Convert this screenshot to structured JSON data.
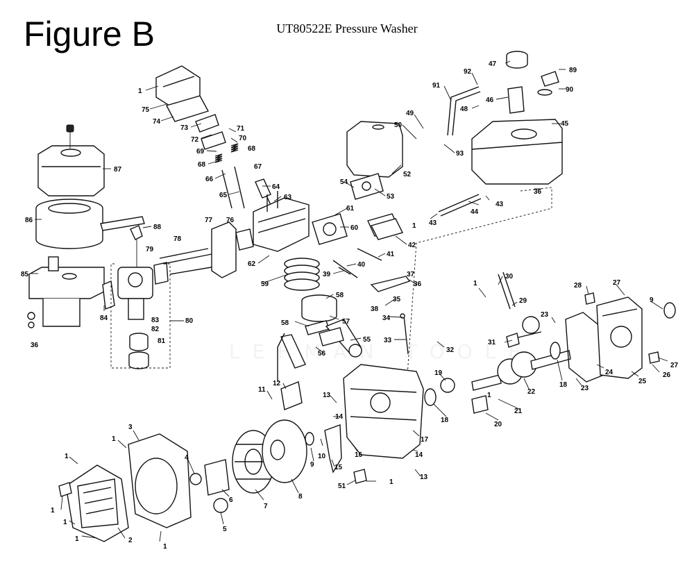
{
  "figure_label": "Figure B",
  "title": "UT80522E Pressure Washer",
  "watermark": "LEHMAN TOOLE",
  "colors": {
    "ink": "#111111",
    "background": "#ffffff"
  },
  "callouts": [
    {
      "id": "c1a",
      "text": "1"
    },
    {
      "id": "c75",
      "text": "75"
    },
    {
      "id": "c74",
      "text": "74"
    },
    {
      "id": "c73",
      "text": "73"
    },
    {
      "id": "c72",
      "text": "72"
    },
    {
      "id": "c71",
      "text": "71"
    },
    {
      "id": "c70",
      "text": "70"
    },
    {
      "id": "c69",
      "text": "69"
    },
    {
      "id": "c68a",
      "text": "68"
    },
    {
      "id": "c68b",
      "text": "68"
    },
    {
      "id": "c67",
      "text": "67"
    },
    {
      "id": "c66",
      "text": "66"
    },
    {
      "id": "c65",
      "text": "65"
    },
    {
      "id": "c64",
      "text": "64"
    },
    {
      "id": "c63",
      "text": "63"
    },
    {
      "id": "c87",
      "text": "87"
    },
    {
      "id": "c86",
      "text": "86"
    },
    {
      "id": "c88",
      "text": "88"
    },
    {
      "id": "c85",
      "text": "85"
    },
    {
      "id": "c84",
      "text": "84"
    },
    {
      "id": "c36a",
      "text": "36"
    },
    {
      "id": "c79",
      "text": "79"
    },
    {
      "id": "c78",
      "text": "78"
    },
    {
      "id": "c77",
      "text": "77"
    },
    {
      "id": "c76",
      "text": "76"
    },
    {
      "id": "c62",
      "text": "62"
    },
    {
      "id": "c83",
      "text": "83"
    },
    {
      "id": "c82",
      "text": "82"
    },
    {
      "id": "c81",
      "text": "81"
    },
    {
      "id": "c80",
      "text": "80"
    },
    {
      "id": "c59",
      "text": "59"
    },
    {
      "id": "c61",
      "text": "61"
    },
    {
      "id": "c60",
      "text": "60"
    },
    {
      "id": "c1b",
      "text": "1"
    },
    {
      "id": "c42",
      "text": "42"
    },
    {
      "id": "c41",
      "text": "41"
    },
    {
      "id": "c40",
      "text": "40"
    },
    {
      "id": "c39",
      "text": "39"
    },
    {
      "id": "c54",
      "text": "54"
    },
    {
      "id": "c53",
      "text": "53"
    },
    {
      "id": "c52",
      "text": "52"
    },
    {
      "id": "c49",
      "text": "49"
    },
    {
      "id": "c50",
      "text": "50"
    },
    {
      "id": "c93",
      "text": "93"
    },
    {
      "id": "c91",
      "text": "91"
    },
    {
      "id": "c92",
      "text": "92"
    },
    {
      "id": "c47",
      "text": "47"
    },
    {
      "id": "c46",
      "text": "46"
    },
    {
      "id": "c48",
      "text": "48"
    },
    {
      "id": "c89",
      "text": "89"
    },
    {
      "id": "c90",
      "text": "90"
    },
    {
      "id": "c45",
      "text": "45"
    },
    {
      "id": "c43a",
      "text": "43"
    },
    {
      "id": "c44",
      "text": "44"
    },
    {
      "id": "c43b",
      "text": "43"
    },
    {
      "id": "c36b",
      "text": "36"
    },
    {
      "id": "c37",
      "text": "37"
    },
    {
      "id": "c36c",
      "text": "36"
    },
    {
      "id": "c58a",
      "text": "58"
    },
    {
      "id": "c38",
      "text": "38"
    },
    {
      "id": "c35",
      "text": "35"
    },
    {
      "id": "c57",
      "text": "57"
    },
    {
      "id": "c58b",
      "text": "58"
    },
    {
      "id": "c34",
      "text": "34"
    },
    {
      "id": "c55",
      "text": "55"
    },
    {
      "id": "c56",
      "text": "56"
    },
    {
      "id": "c33",
      "text": "33"
    },
    {
      "id": "c32",
      "text": "32"
    },
    {
      "id": "c1c",
      "text": "1"
    },
    {
      "id": "c30",
      "text": "30"
    },
    {
      "id": "c29",
      "text": "29"
    },
    {
      "id": "c23a",
      "text": "23"
    },
    {
      "id": "c31",
      "text": "31"
    },
    {
      "id": "c28",
      "text": "28"
    },
    {
      "id": "c27a",
      "text": "27"
    },
    {
      "id": "c9a",
      "text": "9"
    },
    {
      "id": "c27b",
      "text": "27"
    },
    {
      "id": "c26",
      "text": "26"
    },
    {
      "id": "c25",
      "text": "25"
    },
    {
      "id": "c24",
      "text": "24"
    },
    {
      "id": "c18a",
      "text": "18"
    },
    {
      "id": "c23b",
      "text": "23"
    },
    {
      "id": "c22",
      "text": "22"
    },
    {
      "id": "c19",
      "text": "19"
    },
    {
      "id": "c1d",
      "text": "1"
    },
    {
      "id": "c21",
      "text": "21"
    },
    {
      "id": "c20",
      "text": "20"
    },
    {
      "id": "c18b",
      "text": "18"
    },
    {
      "id": "c17",
      "text": "17"
    },
    {
      "id": "c16",
      "text": "16"
    },
    {
      "id": "c14a",
      "text": "14"
    },
    {
      "id": "c14b",
      "text": "14"
    },
    {
      "id": "c13a",
      "text": "13"
    },
    {
      "id": "c13b",
      "text": "13"
    },
    {
      "id": "c12",
      "text": "12"
    },
    {
      "id": "c11",
      "text": "11"
    },
    {
      "id": "c10",
      "text": "10"
    },
    {
      "id": "c9b",
      "text": "9"
    },
    {
      "id": "c15",
      "text": "15"
    },
    {
      "id": "c51",
      "text": "51"
    },
    {
      "id": "c1e",
      "text": "1"
    },
    {
      "id": "c8",
      "text": "8"
    },
    {
      "id": "c7",
      "text": "7"
    },
    {
      "id": "c6",
      "text": "6"
    },
    {
      "id": "c5",
      "text": "5"
    },
    {
      "id": "c4",
      "text": "4"
    },
    {
      "id": "c3",
      "text": "3"
    },
    {
      "id": "c1f",
      "text": "1"
    },
    {
      "id": "c1g",
      "text": "1"
    },
    {
      "id": "c2",
      "text": "2"
    },
    {
      "id": "c1h",
      "text": "1"
    },
    {
      "id": "c1i",
      "text": "1"
    },
    {
      "id": "c1j",
      "text": "1"
    },
    {
      "id": "c1k",
      "text": "1"
    }
  ]
}
